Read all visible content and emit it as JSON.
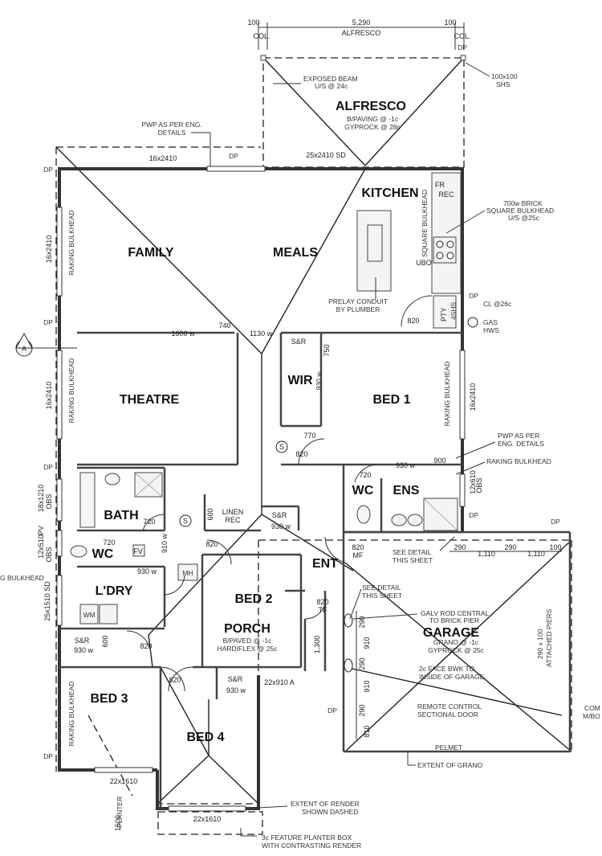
{
  "rooms": {
    "alfresco": "ALFRESCO",
    "kitchen": "KITCHEN",
    "family": "FAMILY",
    "meals": "MEALS",
    "theatre": "THEATRE",
    "wir": "WIR",
    "bed1": "BED 1",
    "bath": "BATH",
    "wc1": "WC",
    "ens": "ENS",
    "wc2": "WC",
    "ldry": "L'DRY",
    "bed2": "BED 2",
    "porch": "PORCH",
    "ent": "ENT",
    "garage": "GARAGE",
    "bed3": "BED 3",
    "bed4": "BED 4"
  },
  "dimensions": {
    "top_left_col": "100",
    "top_span": "5,290",
    "top_right_col": "100",
    "col_left": "COL.",
    "alfresco_word": "ALFRESCO",
    "col_right": "COL.",
    "garage_290a": "290",
    "garage_1110a": "1,110",
    "garage_290b": "290",
    "garage_1110b": "1,110",
    "garage_100": "100",
    "gar_290_1": "290",
    "gar_910_1": "910",
    "gar_290_2": "290",
    "gar_910_2": "910",
    "gar_290_3": "290",
    "gar_810": "810",
    "porch_1300": "1,300"
  },
  "windows": {
    "w_16x2410_top": "16x2410",
    "w_25x2410_sd": "25x2410 SD",
    "w_16x2410_left1": "16x2410",
    "w_16x2410_left2": "16x2410",
    "w_18x1210": "18x1210",
    "w_obs1": "OBS",
    "w_12x510": "12x510",
    "w_pv": "PV",
    "w_obs2": "OBS",
    "w_25x1510": "25x1510 SD",
    "w_16x2410_right": "16x2410",
    "w_12x610": "12x610",
    "w_obs3": "OBS",
    "w_22x1610_a": "22x1610",
    "w_22x1610_b": "22x1610",
    "w_22x910": "22x910 A"
  },
  "doors": {
    "d820_pty": "820",
    "d1600": "1600 w",
    "d740": "740",
    "d1130": "1130 w",
    "d770": "770",
    "d820_bed1": "820",
    "d930_bed1": "930 w",
    "d900": "900",
    "d720_ens": "720",
    "d720_bath": "720",
    "d930_linen": "930 w",
    "d820_wc": "820",
    "d910": "910 w",
    "d720_wc": "720",
    "d930_ldry": "930 w",
    "d820_mf": "820",
    "mf": "MF",
    "d820_tf": "820",
    "tf": "TF",
    "d600_sr": "600",
    "d930_bed3": "930 w",
    "d820_bed3": "820",
    "d820_bed4": "820",
    "d930_bed4": "930 w",
    "d750": "750",
    "d930_wir": "930 w",
    "d600_linen": "600",
    "d820_bed2": "820",
    "d1500": "1500"
  },
  "labels": {
    "sr_wir": "S&R",
    "sr_linen": "S&R",
    "sr_bed3": "S&R",
    "sr_bed4": "S&R",
    "linen": "LINEN",
    "rec": "REC",
    "fr": "FR",
    "fr_rec": "REC",
    "ubo": "UBO",
    "pty": "PTY",
    "pty_shs": "4SHS",
    "fv": "FV",
    "mh": "MH",
    "wm": "WM",
    "dp1": "DP",
    "dp2": "DP",
    "dp3": "DP",
    "dp4": "DP",
    "dp5": "DP",
    "dp6": "DP",
    "dp7": "DP",
    "dp8": "DP",
    "dp9": "DP",
    "dp10": "DP",
    "smoke": "S",
    "section": "A",
    "square_bulkhead": "SQUARE BULKHEAD",
    "planter": "PLANTER"
  },
  "notes": {
    "exposed_beam_1": "EXPOSED BEAM",
    "exposed_beam_2": "U/S @ 24c",
    "alfresco_1": "B/PAVING @ -1c",
    "alfresco_2": "GYPROCK @ 28c",
    "shs_1": "100x100",
    "shs_2": "SHS",
    "pwp_1": "PWP AS PER ENG.",
    "pwp_2": "DETAILS",
    "brick_1": "700w BRICK",
    "brick_2": "SQUARE BULKHEAD",
    "brick_3": "U/S @25c",
    "prelay_1": "PRELAY CONDUIT",
    "prelay_2": "BY PLUMBER",
    "cl": "CL @26c",
    "gas_1": "GAS",
    "gas_2": "HWS",
    "pwp2_1": "PWP AS PER",
    "pwp2_2": "ENG. DETAILS",
    "raking": "RAKING BULKHEAD",
    "raking_left": "G BULKHEAD",
    "see_detail_1a": "SEE DETAIL",
    "see_detail_1b": "THIS SHEET",
    "see_detail_2a": "SEE DETAIL",
    "see_detail_2b": "THIS SHEET",
    "porch_1": "B/PAVED @ -1c",
    "porch_2": "HARDIFLEX @ 25c",
    "galv_1": "GALV ROD CENTRAL",
    "galv_2": "TO BRICK PIER",
    "garage_1": "GRANO @ -1c",
    "garage_2": "GYPROCK @ 25c",
    "facebwk_1": "2c FACE BWK TO",
    "facebwk_2": "INSIDE OF GARAGE",
    "remote_1": "REMOTE CONTROL",
    "remote_2": "SECTIONAL DOOR",
    "pelmet": "PELMET",
    "grano": "EXTENT OF GRANO",
    "piers_1": "290 x 100",
    "piers_2": "ATTACHED PIERS",
    "com_1": "COM",
    "com_2": "M/BO",
    "render_1": "EXTENT OF RENDER",
    "render_2": "SHOWN DASHED",
    "planter_1": "3c FEATURE PLANTER BOX",
    "planter_2": "WITH CONTRASTING RENDER"
  }
}
